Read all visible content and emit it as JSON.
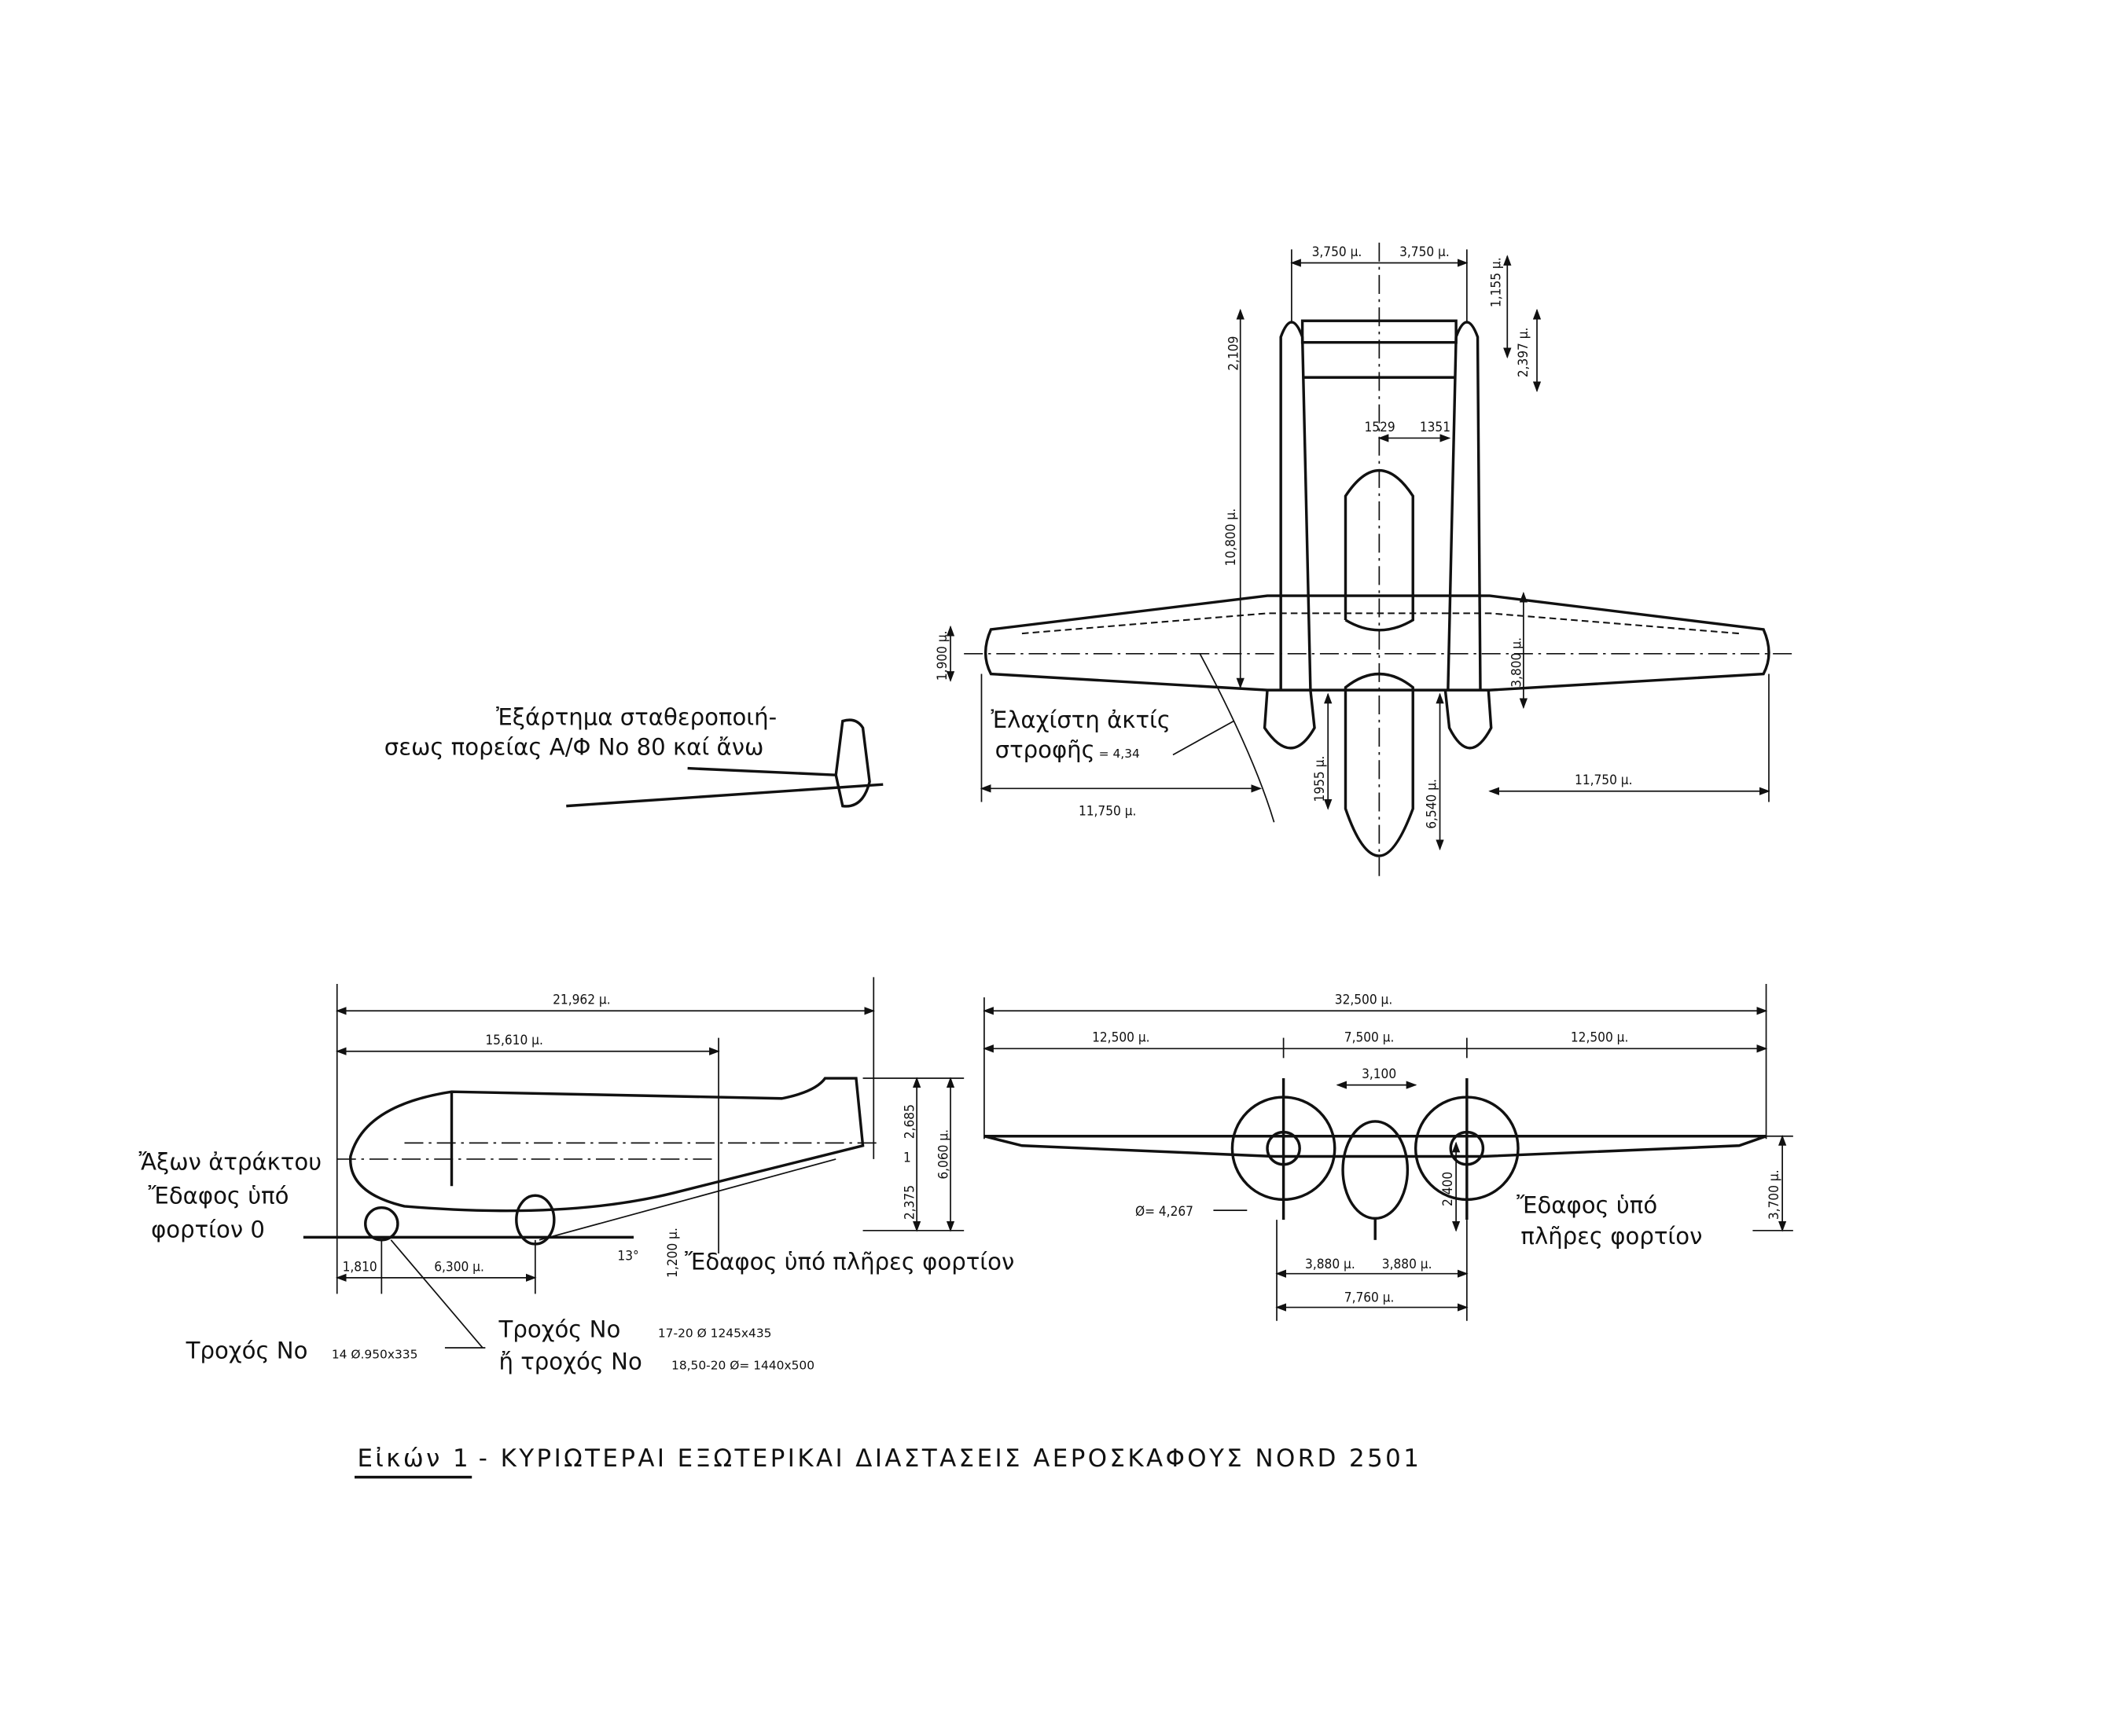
{
  "caption": {
    "figure_label": "Εἰκών 1",
    "title": "- ΚΥΡΙΩΤΕΡΑΙ ΕΞΩΤΕΡΙΚΑΙ ΔΙΑΣΤΑΣΕΙΣ ΑΕΡΟΣΚΑΦΟΥΣ NORD 2501"
  },
  "top_view": {
    "dims": {
      "tail_half_left": "3,750 μ.",
      "tail_half_right": "3,750 μ.",
      "d_1155": "1,155 μ.",
      "d_2109": "2,109",
      "d_2397": "2,397 μ.",
      "d_1529": "1529",
      "d_1351": "1351",
      "d_10800": "10,800 μ.",
      "d_1900": "1,900 μ.",
      "d_3800": "3,800 μ.",
      "d_1955": "1955 μ.",
      "d_6540": "6,540 μ.",
      "outer_left": "11,750 μ.",
      "outer_right": "11,750 μ."
    },
    "turn_radius_line1": "Ἐλαχίστη ἀκτίς",
    "turn_radius_line2": "στροφῆς",
    "turn_radius_value": "= 4,34"
  },
  "stabilizer_detail": {
    "line1": "Ἐξάρτημα σταθεροποιή-",
    "line2": "σεως πορείας Α/Φ Νο 80 καί ἄνω"
  },
  "side_view": {
    "dims": {
      "length": "21,962 μ.",
      "d_15610": "15,610 μ.",
      "d_2685": "2,685",
      "d_6060": "6,060 μ.",
      "d_1": "1",
      "d_2375": "2,375",
      "d_1810": "1,810",
      "d_6300": "6,300 μ.",
      "angle": "13°",
      "d_1200": "1,200 μ."
    },
    "axis_label_1": "Ἄξων ἀτράκτου",
    "axis_label_2": "Ἔδαφος ὑπό",
    "axis_label_3": "φορτίον 0",
    "ground_full_load": "Ἔδαφος ὑπό πλῆρες φορτίον",
    "nose_wheel_label": "Τροχός Νο",
    "nose_wheel_spec": "14 Ø.950x335",
    "main_wheel_label": "Τροχός Νο",
    "main_wheel_spec": "17-20 Ø 1245x435",
    "alt_wheel_label": "ἤ τροχός Νο",
    "alt_wheel_spec": "18,50-20 Ø= 1440x500"
  },
  "front_view": {
    "dims": {
      "span": "32,500 μ.",
      "left": "12,500 μ.",
      "center": "7,500 μ.",
      "right": "12,500 μ.",
      "d_3100": "3,100",
      "d_3700": "3,700 μ.",
      "d_2400": "2,400",
      "prop_diameter": "Ø= 4,267",
      "track_left": "3,880 μ.",
      "track_right": "3,880 μ.",
      "track": "7,760 μ."
    },
    "ground_line1": "Ἔδαφος ὑπό",
    "ground_line2": "πλῆρες φορτίον"
  }
}
